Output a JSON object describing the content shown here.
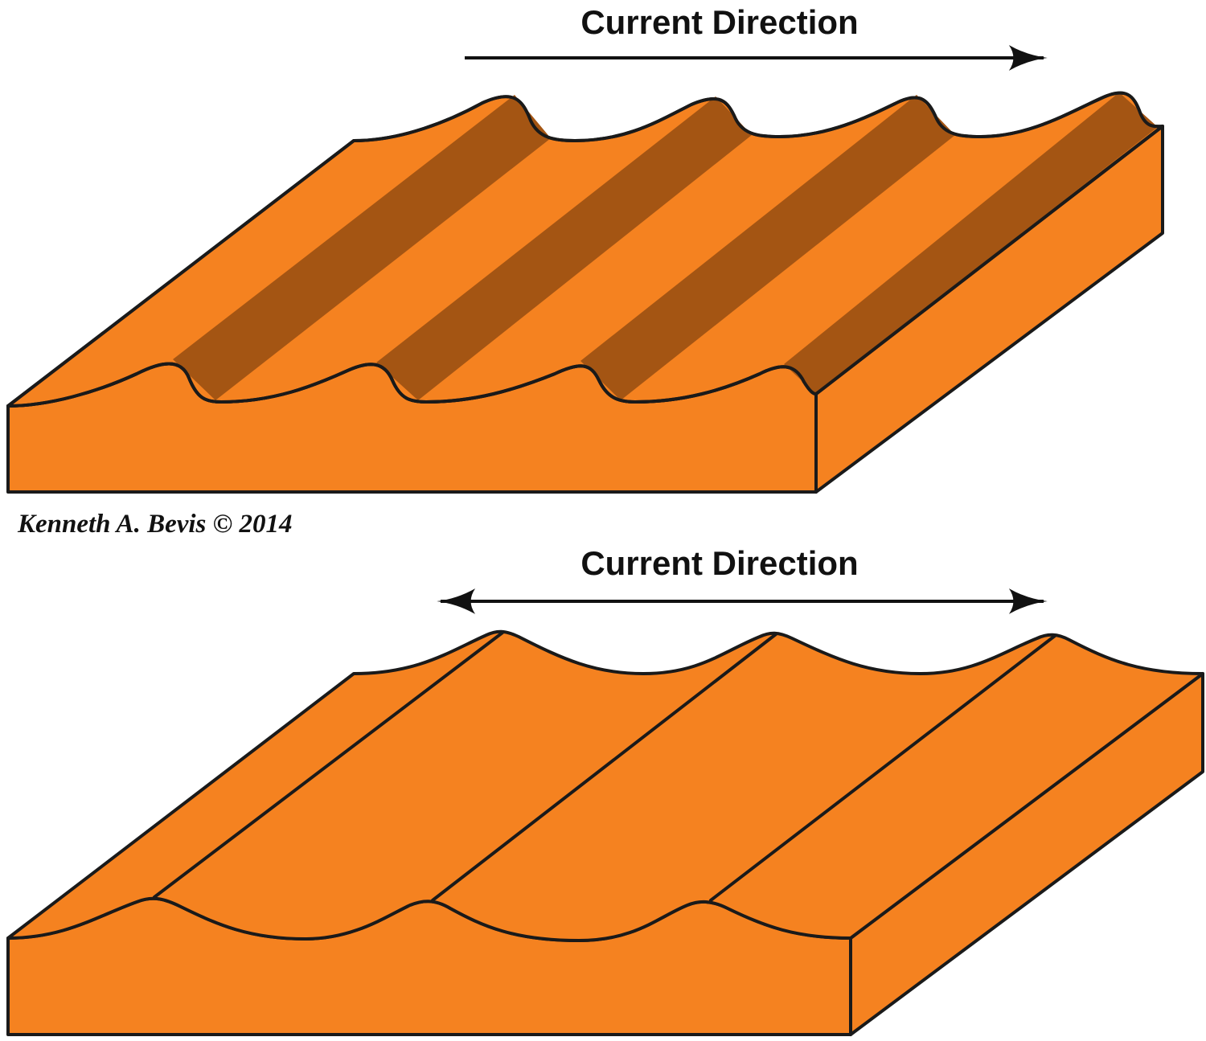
{
  "top_panel": {
    "current_label": "Current Direction",
    "arrow": "single-headed-right"
  },
  "bottom_panel": {
    "current_label": "Current Direction",
    "arrow": "double-headed"
  },
  "credit": "Kenneth A. Bevis © 2014",
  "colors": {
    "sediment": "#F58220",
    "lee_face_shadow": "#A45513",
    "outline": "#1a1a1a"
  }
}
